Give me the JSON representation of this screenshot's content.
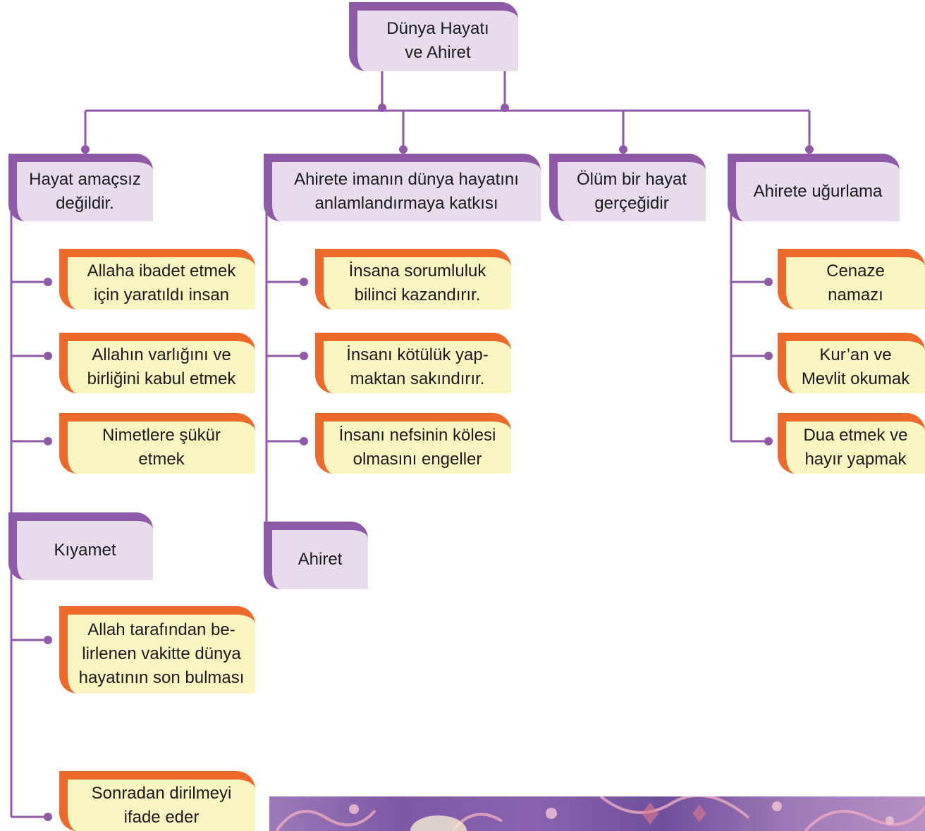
{
  "root": {
    "label": "Dünya Hayatı\nve Ahiret"
  },
  "branches": {
    "hayat": {
      "label": "Hayat amaçsız\ndeğildir."
    },
    "iman": {
      "label": "Ahirete imanın dünya hayatını\nanlamlandırmaya katkısı"
    },
    "olum": {
      "label": "Ölüm bir hayat\ngerçeğidir"
    },
    "ugurlama": {
      "label": "Ahirete uğurlama"
    },
    "kiyamet": {
      "label": "Kıyamet"
    },
    "ahiret": {
      "label": "Ahiret"
    }
  },
  "hayat_items": [
    "Allaha ibadet etmek\niçin yaratıldı insan",
    "Allahın varlığını ve\nbirliğini kabul etmek",
    "Nimetlere şükür\netmek"
  ],
  "iman_items": [
    "İnsana sorumluluk\nbilinci kazandırır.",
    "İnsanı kötülük yap-\nmaktan sakındırır.",
    "İnsanı nefsinin kölesi\nolmasını engeller"
  ],
  "ugurlama_items": [
    "Cenaze\nnamazı",
    "Kur’an ve\nMevlit okumak",
    "Dua etmek ve\nhayır yapmak"
  ],
  "kiyamet_items": [
    "Allah tarafından be-\nlirlenen vakitte dünya\nhayatının son bulması",
    "Sonradan dirilmeyi\nifade eder"
  ],
  "colors": {
    "line": "#8e5aa8",
    "purple_box": "#e8dcec",
    "purple_accent": "#8e5aa8",
    "yellow_box": "#f9f6c2",
    "orange_accent": "#ee6a2a"
  }
}
